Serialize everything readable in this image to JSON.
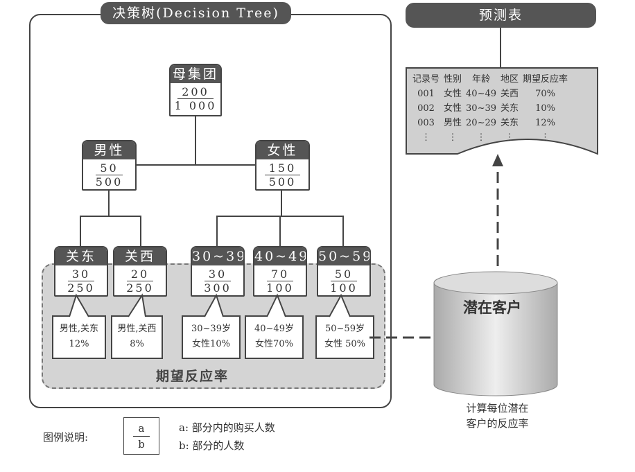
{
  "tree": {
    "title": "决策树(Decision Tree)",
    "root": {
      "label": "母集团",
      "a": "200",
      "b": "1 000"
    },
    "male": {
      "label": "男性",
      "a": "50",
      "b": "500"
    },
    "female": {
      "label": "女性",
      "a": "150",
      "b": "500"
    },
    "leaves": [
      {
        "label": "关东",
        "a": "30",
        "b": "250",
        "note1": "男性,关东",
        "note2": "12%"
      },
      {
        "label": "关西",
        "a": "20",
        "b": "250",
        "note1": "男性,关西",
        "note2": "8%"
      },
      {
        "label": "30~39",
        "a": "30",
        "b": "300",
        "note1": "30~39岁",
        "note2": "女性10%"
      },
      {
        "label": "40~49",
        "a": "70",
        "b": "100",
        "note1": "40~49岁",
        "note2": "女性70%"
      },
      {
        "label": "50~59",
        "a": "50",
        "b": "100",
        "note1": "50~59岁",
        "note2": "女性 50%"
      }
    ],
    "region_label": "期望反应率"
  },
  "prediction": {
    "title": "预测表",
    "headers": [
      "记录号",
      "性别",
      "年龄",
      "地区",
      "期望反应率"
    ],
    "rows": [
      [
        "001",
        "女性",
        "40~49",
        "关西",
        "70%"
      ],
      [
        "002",
        "女性",
        "30~39",
        "关东",
        "10%"
      ],
      [
        "003",
        "男性",
        "20~29",
        "关东",
        "12%"
      ],
      [
        "⋮",
        "⋮",
        "⋮",
        "⋮",
        "⋮"
      ]
    ]
  },
  "cylinder": {
    "label": "潜在客户",
    "caption1": "计算每位潜在",
    "caption2": "客户的反应率"
  },
  "legend": {
    "title": "图例说明:",
    "a": "a",
    "b": "b",
    "line1": "a: 部分内的购买人数",
    "line2": "b: 部分的人数"
  }
}
